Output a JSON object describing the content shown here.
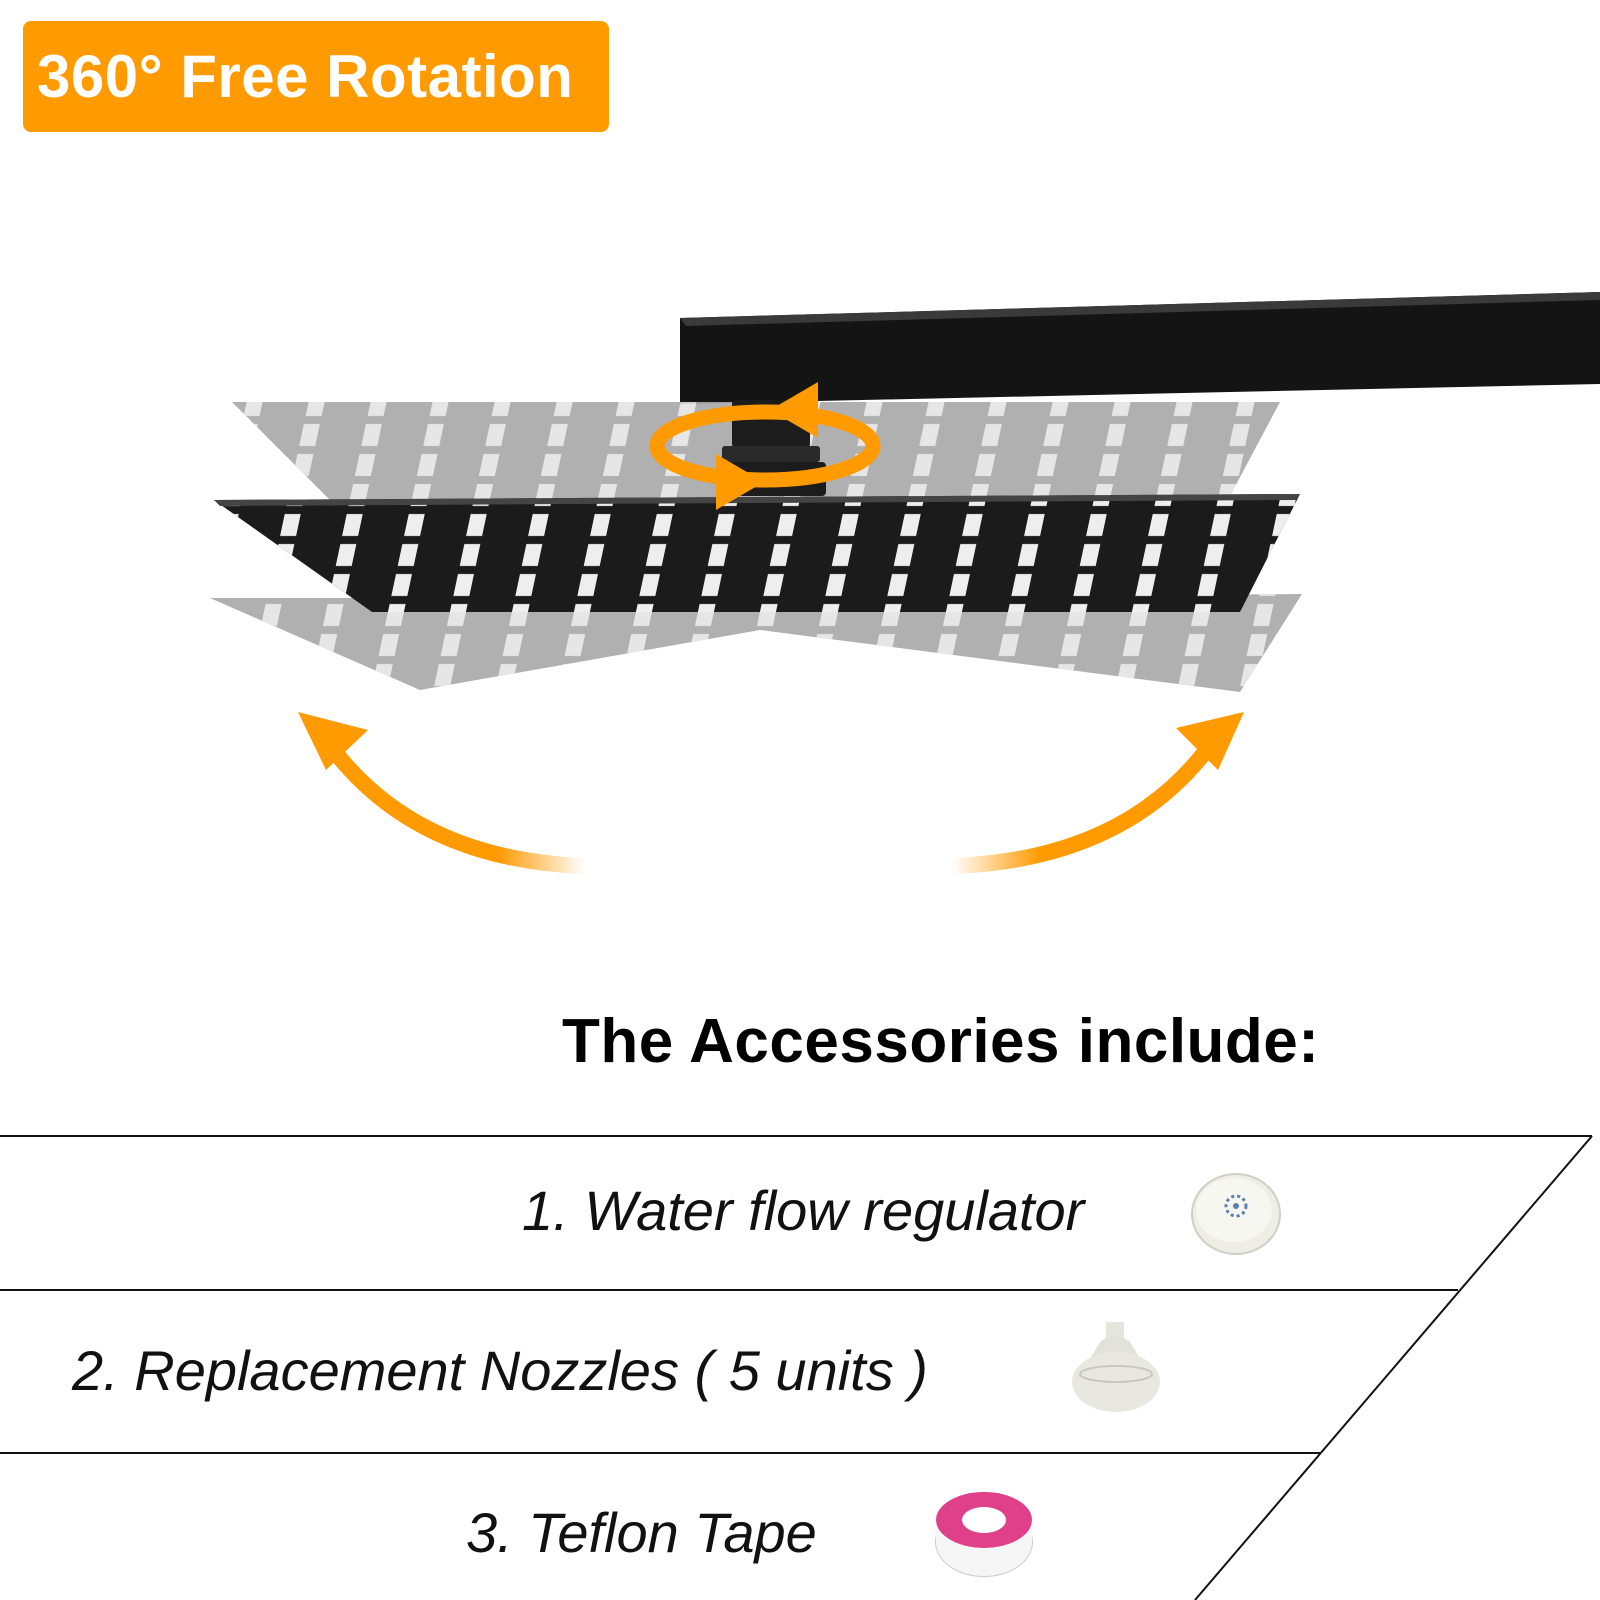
{
  "badge": {
    "label": "360° Free Rotation",
    "color": "#ff9a00"
  },
  "accessories": {
    "heading": "The Accessories include:",
    "items": [
      {
        "label": "1. Water flow regulator",
        "icon": "water-flow-regulator-icon"
      },
      {
        "label": "2. Replacement Nozzles ( 5 units )",
        "icon": "nozzle-icon"
      },
      {
        "label": "3. Teflon Tape",
        "icon": "teflon-tape-icon"
      }
    ]
  },
  "colors": {
    "accent": "#ff9a00",
    "shower_head": "#1b1b1b",
    "ghost_head": "#a8a8a8",
    "tape_pink": "#e0408a"
  }
}
